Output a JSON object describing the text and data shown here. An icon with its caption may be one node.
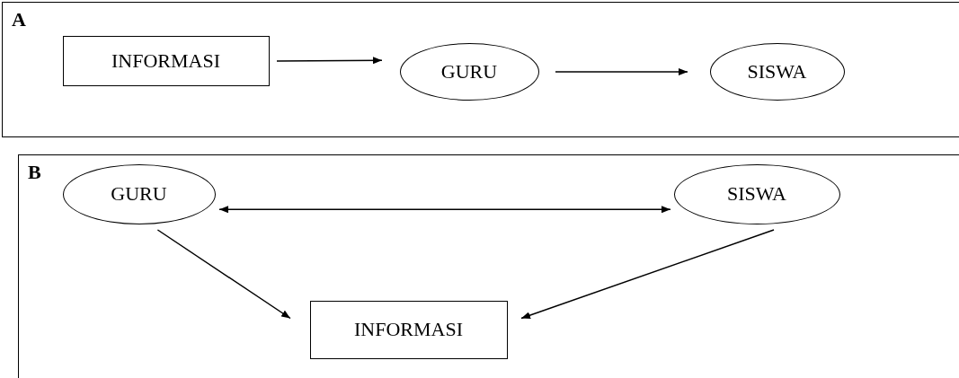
{
  "diagram": {
    "nodes": [
      {
        "text": [
          "A"
        ]
      },
      {
        "text": [
          "INFORMASI"
        ],
        "in": 0
      },
      {
        "text": [
          "GURU"
        ],
        "in": 0
      },
      {
        "text": [
          "SISWA"
        ],
        "in": 0
      },
      {
        "text": [
          "B"
        ]
      },
      {
        "text": [
          "GURU"
        ],
        "in": 4
      },
      {
        "text": [
          "SISWA"
        ],
        "in": 4
      },
      {
        "text": [
          "INFORMASI"
        ],
        "in": 4
      }
    ],
    "edges": [
      {
        "from": 1,
        "to": 2,
        "arrow": "to"
      },
      {
        "from": 2,
        "to": 3,
        "arrow": "to"
      },
      {
        "from": 5,
        "to": 6,
        "arrow": "both"
      },
      {
        "from": 5,
        "to": 7,
        "arrow": "to"
      },
      {
        "from": 6,
        "to": 7,
        "arrow": "to"
      }
    ]
  }
}
